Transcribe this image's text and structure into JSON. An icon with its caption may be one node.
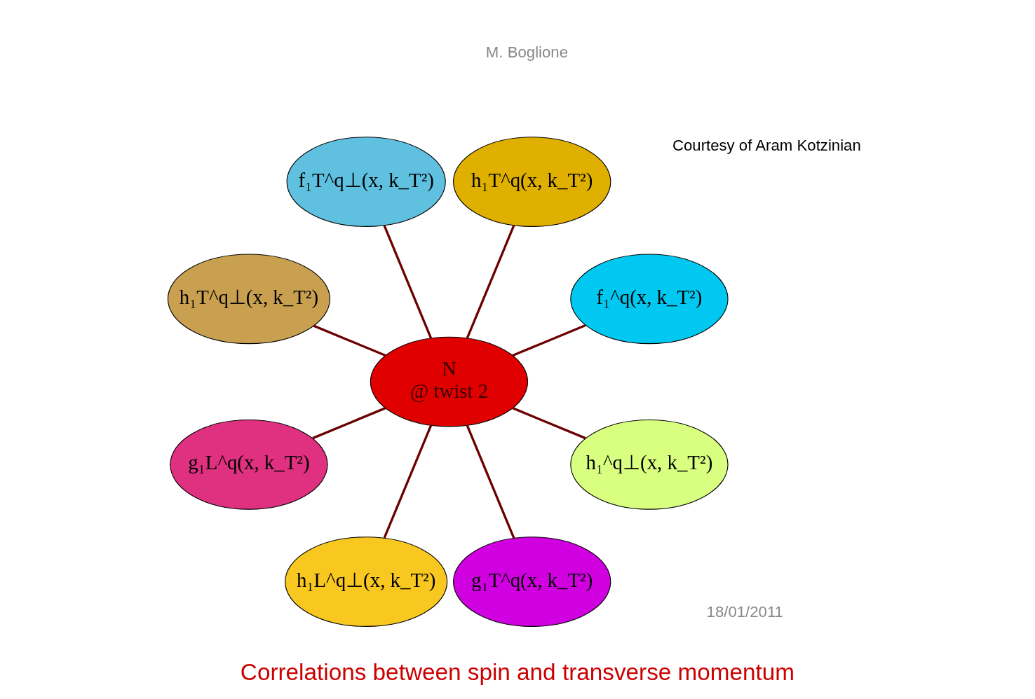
{
  "diagram": {
    "title": "Correlations between spin and transverse momentum",
    "nodes": [
      {
        "text": [
          "f₁^q(x, k_T²)"
        ]
      },
      {
        "text": [
          "h₁T^q(x, k_T²)"
        ]
      },
      {
        "text": [
          "f₁T^q⊥(x, k_T²)"
        ]
      },
      {
        "text": [
          "h₁T^q⊥(x, k_T²)"
        ]
      },
      {
        "text": [
          "N",
          "@ twist 2"
        ]
      },
      {
        "text": [
          "g₁L^q(x, k_T²)"
        ]
      },
      {
        "text": [
          "h₁L^q⊥(x, k_T²)"
        ]
      },
      {
        "text": [
          "g₁T^q(x, k_T²)"
        ]
      },
      {
        "text": [
          "h₁^q⊥(x, k_T²)"
        ]
      }
    ],
    "edges": [
      {
        "from": 4,
        "to": 0,
        "arrow": "none"
      },
      {
        "from": 4,
        "to": 2,
        "arrow": "none"
      },
      {
        "from": 4,
        "to": 5,
        "arrow": "none"
      },
      {
        "from": 4,
        "to": 7,
        "arrow": "none"
      },
      {
        "from": 4,
        "to": 8,
        "arrow": "none"
      },
      {
        "from": 4,
        "to": 6,
        "arrow": "none"
      },
      {
        "from": 4,
        "to": 3,
        "arrow": "none"
      },
      {
        "from": 4,
        "to": 1,
        "arrow": "none"
      }
    ],
    "labels": [
      "Courtesy of Aram Kotzinian",
      "18/01/2011",
      "M. Boglione"
    ]
  }
}
